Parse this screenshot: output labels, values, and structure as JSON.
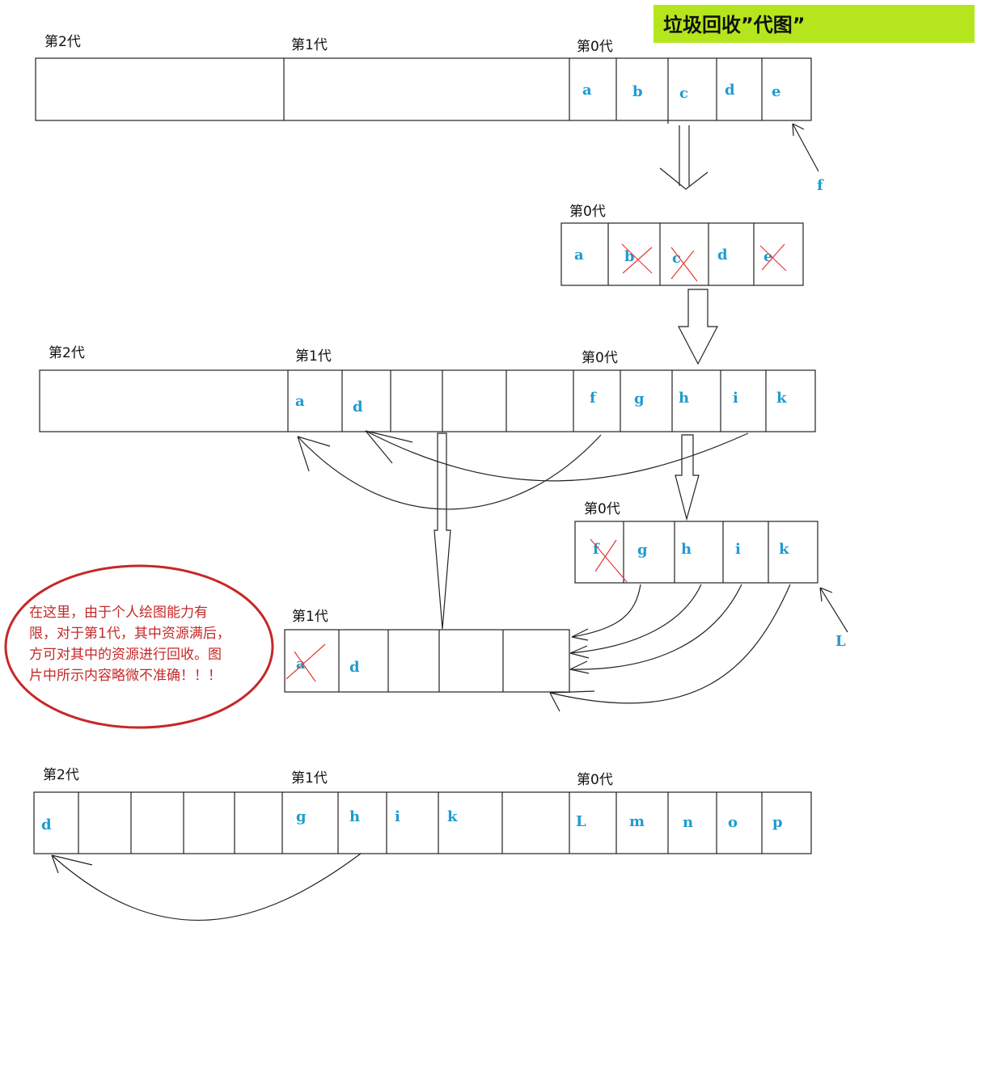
{
  "title": {
    "text": "垃圾回收”代图”",
    "background_color": "#b5e61d"
  },
  "colors": {
    "object_label": "#1f9bd0",
    "cross_mark": "#e53935",
    "note_border": "#c62828",
    "note_text": "#c62828",
    "outline": "#222222"
  },
  "generation_labels": {
    "gen2": "第2代",
    "gen1": "第1代",
    "gen0": "第0代"
  },
  "rows": [
    {
      "id": "row-1",
      "labels": [
        "第2代",
        "第1代",
        "第0代"
      ],
      "objects": [
        {
          "label": "a",
          "crossed": false
        },
        {
          "label": "b",
          "crossed": false
        },
        {
          "label": "c",
          "crossed": false
        },
        {
          "label": "d",
          "crossed": false
        },
        {
          "label": "e",
          "crossed": false
        }
      ],
      "pointer_label": "f"
    },
    {
      "id": "row-2",
      "labels": [
        "第0代"
      ],
      "objects": [
        {
          "label": "a",
          "crossed": false
        },
        {
          "label": "b",
          "crossed": true
        },
        {
          "label": "c",
          "crossed": true
        },
        {
          "label": "d",
          "crossed": false
        },
        {
          "label": "e",
          "crossed": true
        }
      ]
    },
    {
      "id": "row-3",
      "labels": [
        "第2代",
        "第1代",
        "第0代"
      ],
      "objects": [
        {
          "label": "a",
          "crossed": false
        },
        {
          "label": "d",
          "crossed": false
        },
        {
          "label": "f",
          "crossed": false
        },
        {
          "label": "g",
          "crossed": false
        },
        {
          "label": "h",
          "crossed": false
        },
        {
          "label": "i",
          "crossed": false
        },
        {
          "label": "k",
          "crossed": false
        }
      ]
    },
    {
      "id": "row-4",
      "labels": [
        "第0代"
      ],
      "objects": [
        {
          "label": "f",
          "crossed": true
        },
        {
          "label": "g",
          "crossed": false
        },
        {
          "label": "h",
          "crossed": false
        },
        {
          "label": "i",
          "crossed": false
        },
        {
          "label": "k",
          "crossed": false
        }
      ],
      "pointer_label": "L"
    },
    {
      "id": "row-5",
      "labels": [
        "第1代"
      ],
      "objects": [
        {
          "label": "a",
          "crossed": true
        },
        {
          "label": "d",
          "crossed": false
        }
      ]
    },
    {
      "id": "row-6",
      "labels": [
        "第2代",
        "第1代",
        "第0代"
      ],
      "objects": [
        {
          "label": "d",
          "crossed": false
        },
        {
          "label": "g",
          "crossed": false
        },
        {
          "label": "h",
          "crossed": false
        },
        {
          "label": "i",
          "crossed": false
        },
        {
          "label": "k",
          "crossed": false
        },
        {
          "label": "L",
          "crossed": false
        },
        {
          "label": "m",
          "crossed": false
        },
        {
          "label": "n",
          "crossed": false
        },
        {
          "label": "o",
          "crossed": false
        },
        {
          "label": "p",
          "crossed": false
        }
      ]
    }
  ],
  "note": {
    "lines": [
      "在这里，由于个人绘图能力有",
      "限，对于第1代，其中资源满后，",
      "方可对其中的资源进行回收。图",
      "片中所示内容略微不准确！！！"
    ]
  }
}
